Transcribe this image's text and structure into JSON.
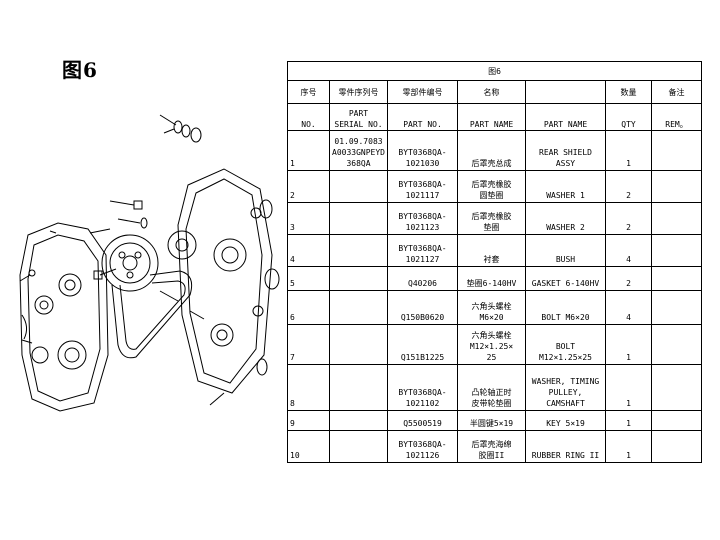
{
  "page": {
    "figure_title": "图6"
  },
  "table": {
    "caption": "图6",
    "header_cn": {
      "seq": "序号",
      "serial": "零件序列号",
      "part_no": "零部件编号",
      "name_cn": "名称",
      "qty": "数量",
      "remarks": "备注"
    },
    "header_en": {
      "seq": "NO.",
      "serial": "PART\nSERIAL NO.",
      "part_no": "PART NO.",
      "name_cn": "PART NAME",
      "name_en": "PART NAME",
      "qty": "QTY",
      "remarks": "REM。"
    },
    "rows": [
      {
        "no": "1",
        "serial": "01.09.7083\nA0033GNPEYD\n368QA",
        "part_no": "BYT0368QA-\n1021030",
        "name_cn": "后罩壳总成",
        "name_en": "REAR SHIELD\nASSY",
        "qty": "1",
        "remarks": ""
      },
      {
        "no": "2",
        "serial": "",
        "part_no": "BYT0368QA-\n1021117",
        "name_cn": "后罩壳橡胶\n圆垫圈",
        "name_en": "WASHER 1",
        "qty": "2",
        "remarks": ""
      },
      {
        "no": "3",
        "serial": "",
        "part_no": "BYT0368QA-\n1021123",
        "name_cn": "后罩壳橡胶\n垫圈",
        "name_en": "WASHER 2",
        "qty": "2",
        "remarks": ""
      },
      {
        "no": "4",
        "serial": "",
        "part_no": "BYT0368QA-\n1021127",
        "name_cn": "衬套",
        "name_en": "BUSH",
        "qty": "4",
        "remarks": ""
      },
      {
        "no": "5",
        "serial": "",
        "part_no": "Q40206",
        "name_cn": "垫圈6-140HV",
        "name_en": "GASKET 6-140HV",
        "qty": "2",
        "remarks": ""
      },
      {
        "no": "6",
        "serial": "",
        "part_no": "Q150B0620",
        "name_cn": "六角头螺栓\nM6×20",
        "name_en": "BOLT M6×20",
        "qty": "4",
        "remarks": ""
      },
      {
        "no": "7",
        "serial": "",
        "part_no": "Q151B1225",
        "name_cn": "六角头螺栓\nM12×1.25×\n25",
        "name_en": "BOLT\nM12×1.25×25",
        "qty": "1",
        "remarks": ""
      },
      {
        "no": "8",
        "serial": "",
        "part_no": "BYT0368QA-\n1021102",
        "name_cn": "凸轮轴正时\n皮带轮垫圈",
        "name_en": "WASHER, TIMING\nPULLEY,\nCAMSHAFT",
        "qty": "1",
        "remarks": ""
      },
      {
        "no": "9",
        "serial": "",
        "part_no": "Q5500519",
        "name_cn": "半圆键5×19",
        "name_en": "KEY 5×19",
        "qty": "1",
        "remarks": ""
      },
      {
        "no": "10",
        "serial": "",
        "part_no": "BYT0368QA-\n1021126",
        "name_cn": "后罩壳海绵\n胶圈II",
        "name_en": "RUBBER RING II",
        "qty": "1",
        "remarks": ""
      }
    ]
  }
}
